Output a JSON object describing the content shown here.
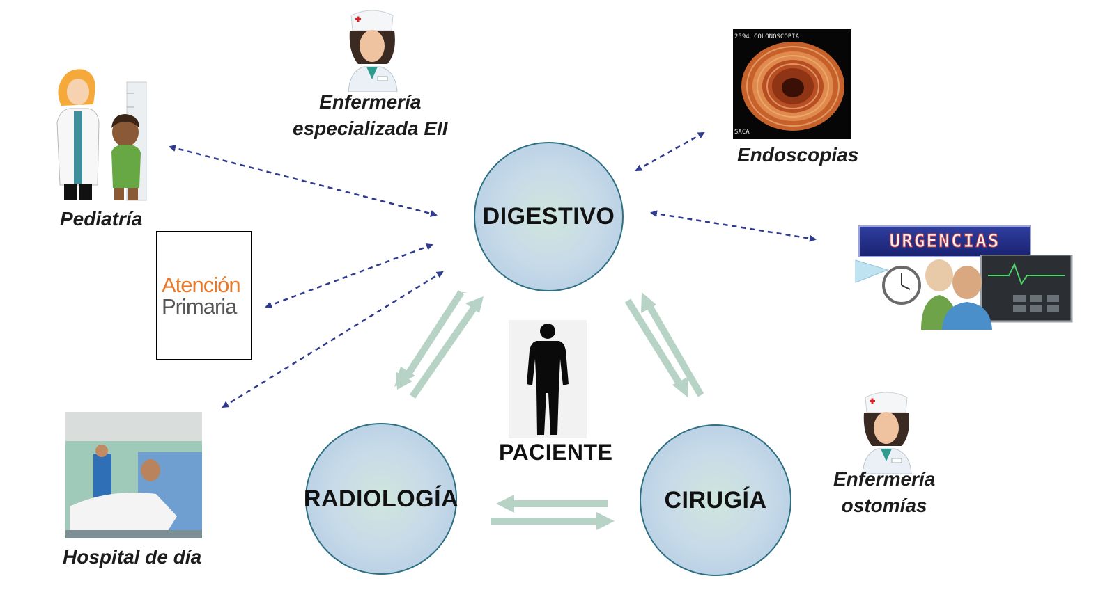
{
  "hubs": {
    "digestivo": "DIGESTIVO",
    "radiologia": "RADIOLOGÍA",
    "cirugia": "CIRUGÍA"
  },
  "center": {
    "paciente": "PACIENTE"
  },
  "satellites": {
    "pediatria": "Pediatría",
    "enfermeria_eii_line1": "Enfermería",
    "enfermeria_eii_line2": "especializada EII",
    "endoscopias": "Endoscopias",
    "hospital_dia": "Hospital de día",
    "enfermeria_ostomias_line1": "Enfermería",
    "enfermeria_ostomias_line2": "ostomías"
  },
  "atencion_primaria": {
    "line1": "Atención",
    "line2": "Primaria"
  },
  "urgencias_banner": "URGENCIAS",
  "endoscopy_image": {
    "tag_top_left": "2594",
    "tag_top": "COLONOSCOPIA",
    "tag_bottom": "SACA"
  },
  "colors": {
    "dashed_arrow": "#2e3b8f",
    "hub_arrow": "#b7d3c6",
    "hub_border": "#2f6f83"
  }
}
